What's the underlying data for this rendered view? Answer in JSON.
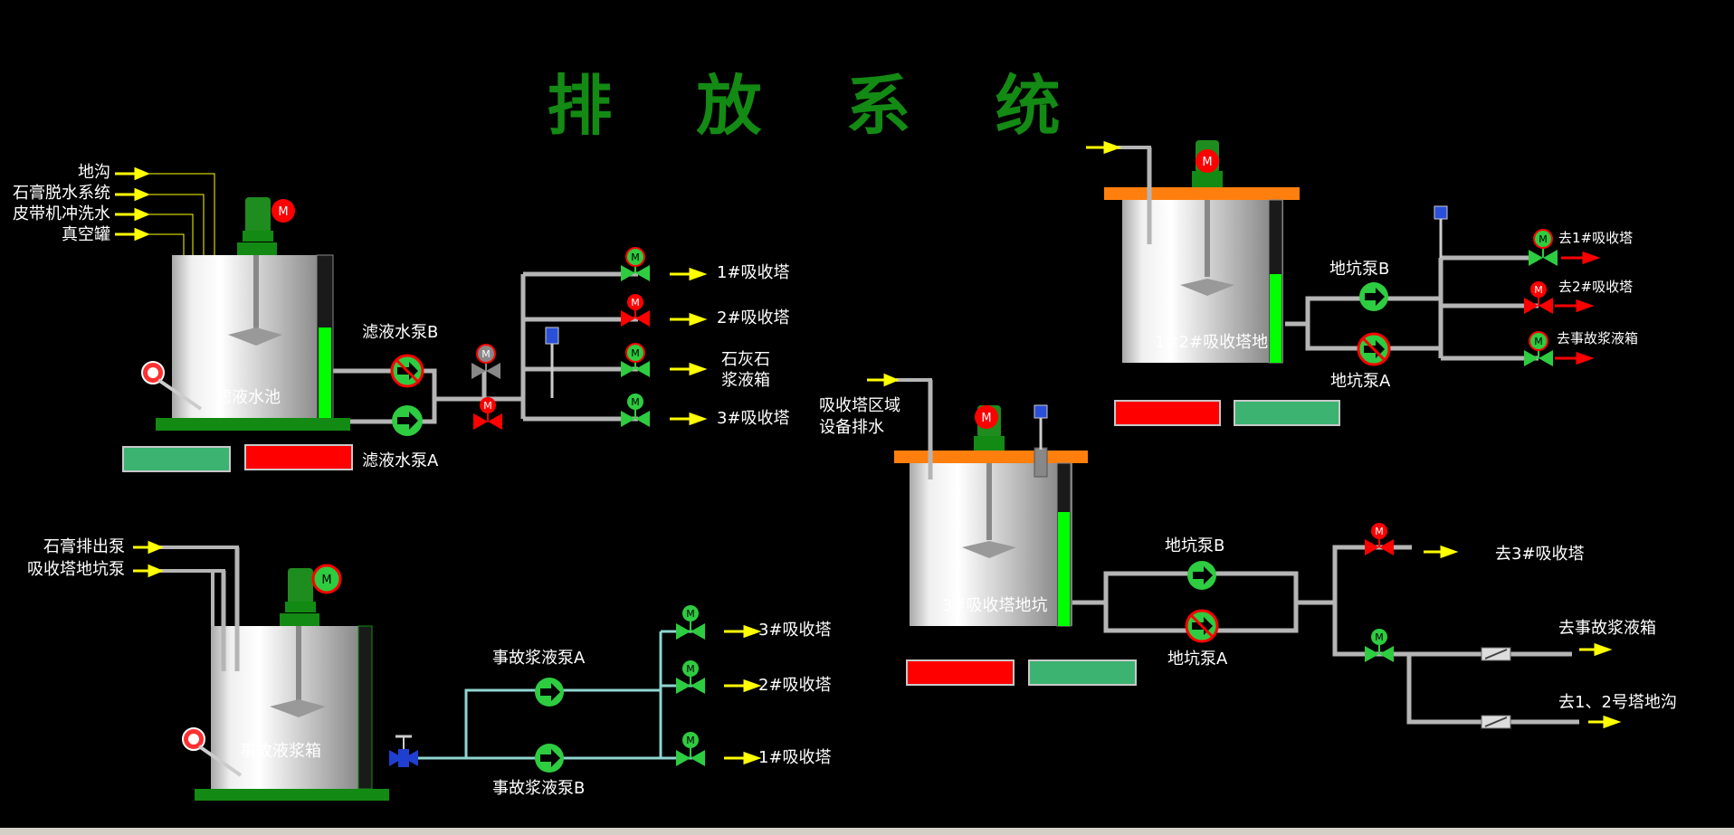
{
  "title": "排 放 系 统",
  "filtrate_area": {
    "inputs": [
      "地沟",
      "石膏脱水系统",
      "皮带机冲洗水",
      "真空罐"
    ],
    "tank_label": "滤液水池",
    "pump_b": "滤液水泵B",
    "pump_a": "滤液水泵A",
    "outlets": [
      "1#吸收塔",
      "2#吸收塔",
      "石灰石",
      "浆液箱",
      "3#吸收塔"
    ]
  },
  "accident_area": {
    "inputs": [
      "石膏排出泵",
      "吸收塔地坑泵"
    ],
    "tank_label": "事故液浆箱",
    "pump_a": "事故浆液泵A",
    "pump_b": "事故浆液泵B",
    "outlets": [
      "3#吸收塔",
      "2#吸收塔",
      "1#吸收塔"
    ]
  },
  "pit3_area": {
    "input_line1": "吸收塔区域",
    "input_line2": "设备排水",
    "tank_label": "3#吸收塔地坑",
    "pump_b": "地坑泵B",
    "pump_a": "地坑泵A",
    "outlets": [
      "去3#吸收塔",
      "去事故浆液箱",
      "去1、2号塔地沟"
    ]
  },
  "pit12_area": {
    "tank_label": "1#2#吸收塔地",
    "pump_b": "地坑泵B",
    "pump_a": "地坑泵A",
    "outlets": [
      "去1#吸收塔",
      "去2#吸收塔",
      "去事故浆液箱"
    ]
  },
  "motor_letter": "M",
  "colors": {
    "background": "#000000",
    "title": "#138a13",
    "pump_running": "#2ecc40",
    "valve_open": "#2ecc40",
    "valve_closed": "#ff0000",
    "level": "#00ff00",
    "pipe": "#c0c0c0",
    "flow_arrow": "#ffff00",
    "status_green": "#3cb371",
    "status_red": "#ff0000",
    "platform": "#ff7f0e"
  }
}
